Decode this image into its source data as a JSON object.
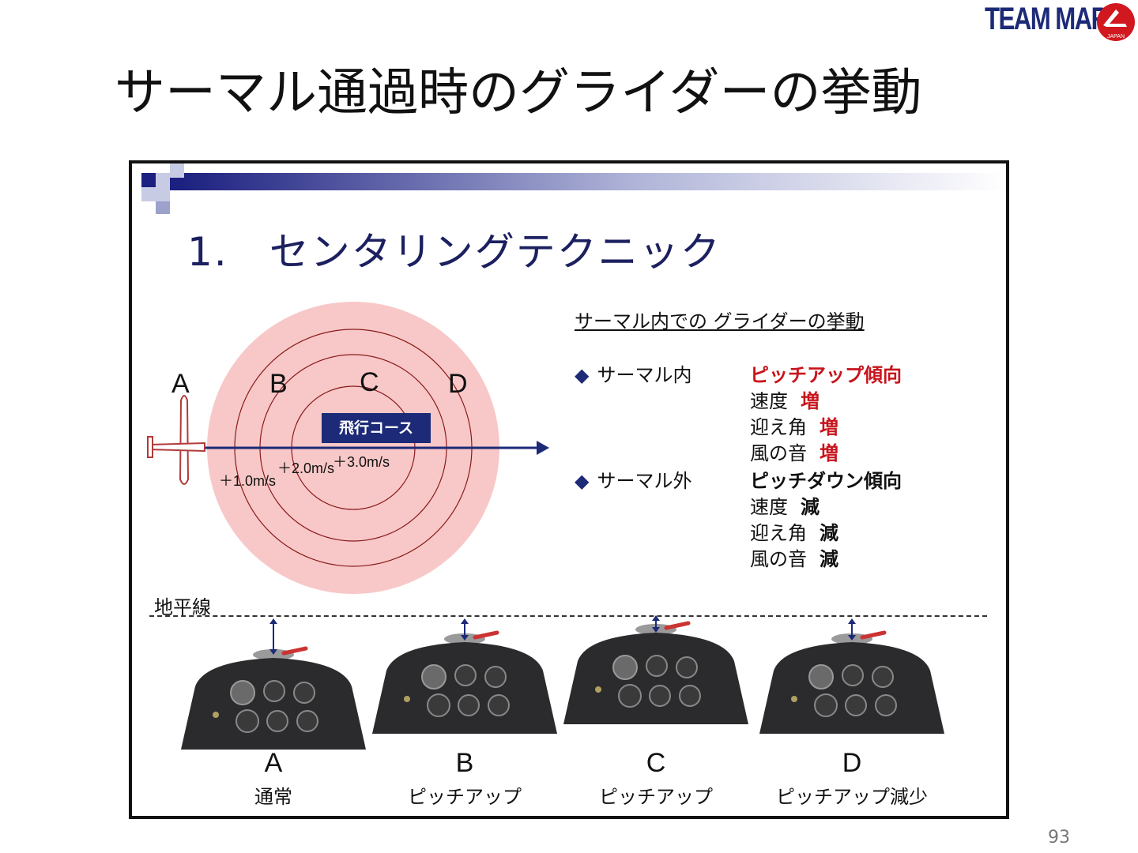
{
  "logo": {
    "text": "TEAM MARU",
    "sub": "JAPAN"
  },
  "title": "サーマル通過時のグライダーの挙動",
  "page_number": "93",
  "slide": {
    "heading": "1.　センタリングテクニック",
    "diagram": {
      "points": [
        "A",
        "B",
        "C",
        "D"
      ],
      "course_label": "飛行コース",
      "speeds": [
        "＋1.0m/s",
        "＋2.0m/s",
        "＋3.0m/s"
      ]
    },
    "behavior": {
      "title": "サーマル内での グライダーの挙動",
      "inside": {
        "label": "サーマル内",
        "tendency": "ピッチアップ傾向",
        "items": [
          {
            "name": "速度",
            "value": "増"
          },
          {
            "name": "迎え角",
            "value": "増"
          },
          {
            "name": "風の音",
            "value": "増"
          }
        ]
      },
      "outside": {
        "label": "サーマル外",
        "tendency": "ピッチダウン傾向",
        "items": [
          {
            "name": "速度",
            "value": "減"
          },
          {
            "name": "迎え角",
            "value": "減"
          },
          {
            "name": "風の音",
            "value": "減"
          }
        ]
      }
    },
    "horizon_label": "地平線",
    "panels": [
      {
        "letter": "A",
        "caption": "通常"
      },
      {
        "letter": "B",
        "caption": "ピッチアップ"
      },
      {
        "letter": "C",
        "caption": "ピッチアップ"
      },
      {
        "letter": "D",
        "caption": "ピッチアップ減少"
      }
    ]
  },
  "colors": {
    "accent": "#1c2a78",
    "thermal": "#f8c8c8",
    "highlight": "#c8141c"
  }
}
